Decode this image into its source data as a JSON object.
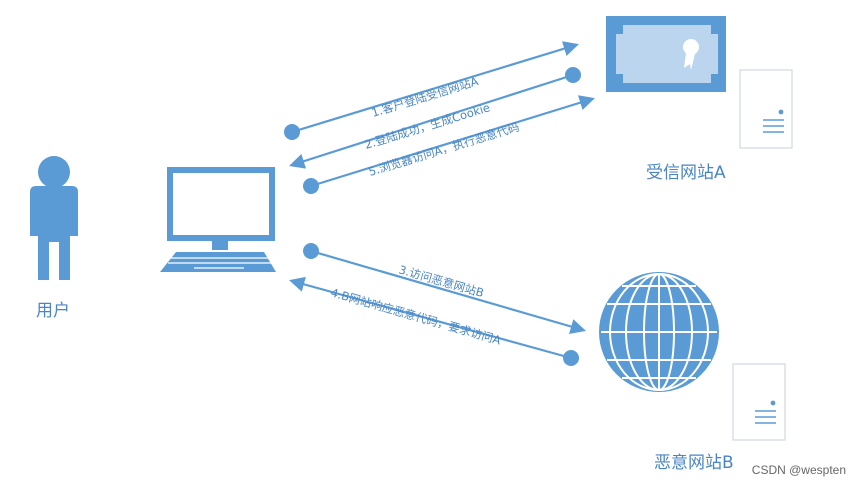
{
  "nodes": {
    "user": {
      "label": "用户"
    },
    "site_a": {
      "label": "受信网站A"
    },
    "site_b": {
      "label": "恶意网站B"
    }
  },
  "arrows": [
    {
      "id": "a1",
      "label": "1.客户登陆受信网站A"
    },
    {
      "id": "a2",
      "label": "2.登陆成功，生成Cookie"
    },
    {
      "id": "a5",
      "label": "5.浏览器访问A，执行恶意代码"
    },
    {
      "id": "a3",
      "label": "3.访问恶意网站B"
    },
    {
      "id": "a4",
      "label": "4.B网站响应恶意代码，要求访问A"
    }
  ],
  "watermark": "CSDN @wespten",
  "colors": {
    "primary": "#5b9bd5",
    "icon_fill": "#5b9bd5",
    "cert_inner": "#bcd5ee",
    "text": "#4a86c5"
  }
}
